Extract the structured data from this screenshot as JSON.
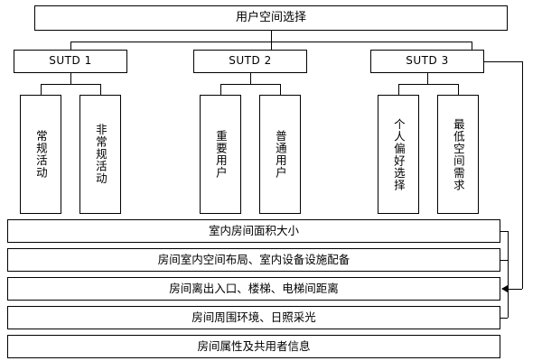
{
  "diagram": {
    "title_node": {
      "label": "用户空间选择"
    },
    "level2": [
      {
        "label": "SUTD 1"
      },
      {
        "label": "SUTD 2"
      },
      {
        "label": "SUTD 3"
      }
    ],
    "leaves": [
      {
        "label": "常规活动"
      },
      {
        "label": "非常规活动"
      },
      {
        "label": "重要用户"
      },
      {
        "label": "普通用户"
      },
      {
        "label": "个人偏好选择"
      },
      {
        "label": "最低空间需求"
      }
    ],
    "attributes": [
      {
        "label": "室内房间面积大小"
      },
      {
        "label": "房间室内空间布局、室内设备设施配备"
      },
      {
        "label": "房间离出入口、楼梯、电梯间距离"
      },
      {
        "label": "房间周围环境、日照采光"
      },
      {
        "label": "房间属性及共用者信息"
      }
    ]
  }
}
